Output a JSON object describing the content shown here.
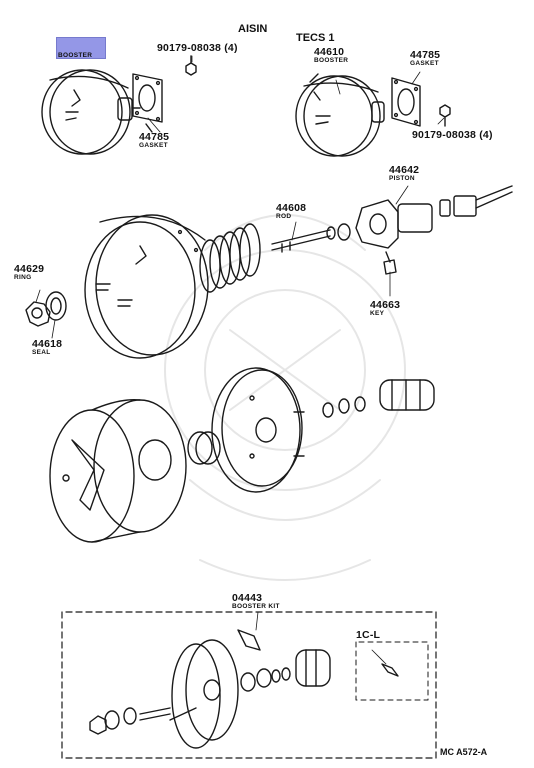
{
  "groups": {
    "aisin": "AISIN",
    "tecs": "TECS 1",
    "kit_variant": "1C-L"
  },
  "parts": {
    "booster_left": {
      "number": "",
      "name": "BOOSTER"
    },
    "nut_left": {
      "number": "90179-08038 (4)",
      "name": ""
    },
    "gasket_left": {
      "number": "44785",
      "name": "GASKET"
    },
    "booster_tecs": {
      "number": "44610",
      "name": "BOOSTER"
    },
    "gasket_tecs": {
      "number": "44785",
      "name": "GASKET"
    },
    "nut_tecs": {
      "number": "90179-08038 (4)",
      "name": ""
    },
    "piston": {
      "number": "44642",
      "name": "PISTON"
    },
    "rod": {
      "number": "44608",
      "name": "ROD"
    },
    "ring": {
      "number": "44629",
      "name": "RING"
    },
    "seal": {
      "number": "44618",
      "name": "SEAL"
    },
    "key": {
      "number": "44663",
      "name": "KEY"
    },
    "booster_kit": {
      "number": "04443",
      "name": "BOOSTER KIT"
    }
  },
  "diagram_ref": "MC A572-A",
  "highlight_color": "#8c8fe6"
}
